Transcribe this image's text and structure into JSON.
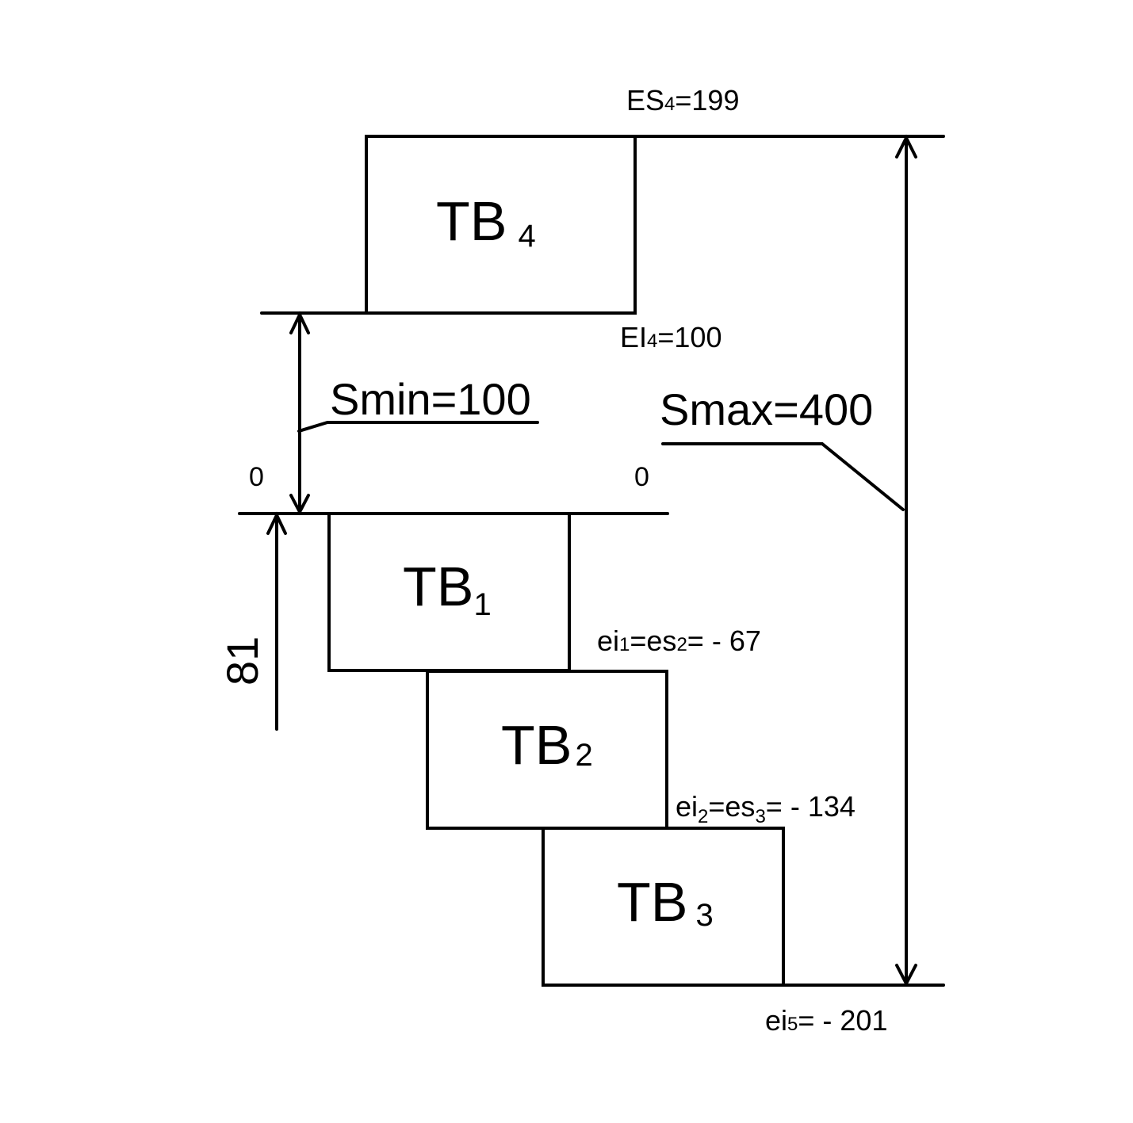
{
  "diagram": {
    "type": "tolerance-field-diagram",
    "zero_line_labels": [
      "0",
      "0"
    ],
    "blocks": [
      {
        "id": "TB4",
        "base": "TB",
        "sub": "4"
      },
      {
        "id": "TB1",
        "base": "TB",
        "sub": "1"
      },
      {
        "id": "TB2",
        "base": "TB",
        "sub": "2"
      },
      {
        "id": "TB3",
        "base": "TB",
        "sub": "3"
      }
    ],
    "deviations": {
      "es4": {
        "pre": "ES",
        "sub": "4",
        "post": "=199"
      },
      "ei4": {
        "pre": "EI",
        "sub": "4",
        "post": "=100"
      },
      "ei1_es2": {
        "pre1": "ei",
        "sub1": "1",
        "mid": "=es",
        "sub2": "2",
        "post": "= - 67"
      },
      "ei2_es3": {
        "pre1": "ei",
        "sub1": "2",
        "mid": "=es",
        "sub2": "3",
        "post": "= - 134"
      },
      "ei5": {
        "pre": "ei",
        "sub": "5",
        "post": "= - 201"
      }
    },
    "dimensions": {
      "smin": "Smin=100",
      "smax": "Smax=400",
      "tolerance_81": "81"
    }
  }
}
